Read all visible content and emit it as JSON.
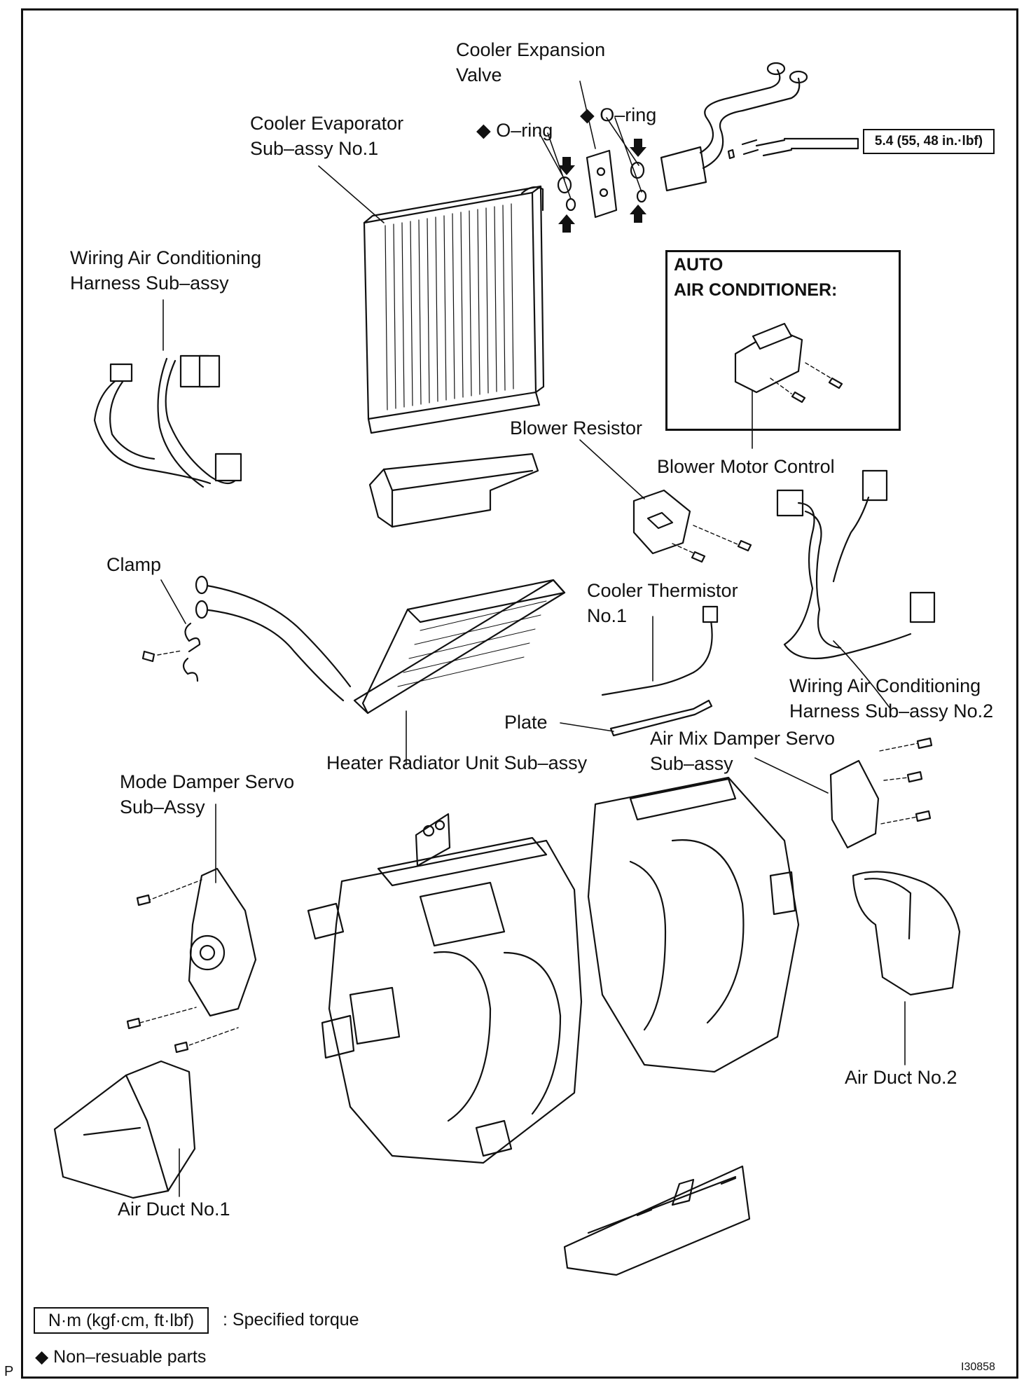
{
  "labels": {
    "cooler_expansion_valve": [
      "Cooler Expansion",
      "Valve"
    ],
    "o_ring_left": "◆ O–ring",
    "o_ring_right": "◆ O–ring",
    "cooler_evaporator": [
      "Cooler Evaporator",
      "Sub–assy No.1"
    ],
    "wiring_harness": [
      "Wiring Air Conditioning",
      "Harness Sub–assy"
    ],
    "auto_ac": [
      "AUTO",
      "AIR CONDITIONER:"
    ],
    "blower_resistor": "Blower Resistor",
    "blower_motor_control": "Blower Motor Control",
    "clamp": "Clamp",
    "cooler_thermistor": [
      "Cooler Thermistor",
      "No.1"
    ],
    "wiring_harness_no2": [
      "Wiring Air Conditioning",
      "Harness Sub–assy No.2"
    ],
    "plate": "Plate",
    "air_mix_damper_servo": [
      "Air Mix Damper Servo",
      "Sub–assy"
    ],
    "heater_radiator": "Heater Radiator Unit Sub–assy",
    "mode_damper_servo": [
      "Mode Damper Servo",
      "Sub–Assy"
    ],
    "air_duct_no2": "Air Duct No.2",
    "air_duct_no1": "Air Duct No.1"
  },
  "torque": "5.4 (55, 48 in.·lbf)",
  "legend": {
    "torque_unit": "N·m (kgf·cm, ft·lbf)",
    "torque_desc": ": Specified torque",
    "non_reusable": "◆ Non–resuable parts"
  },
  "corner_left": "P",
  "figure_id": "I30858"
}
